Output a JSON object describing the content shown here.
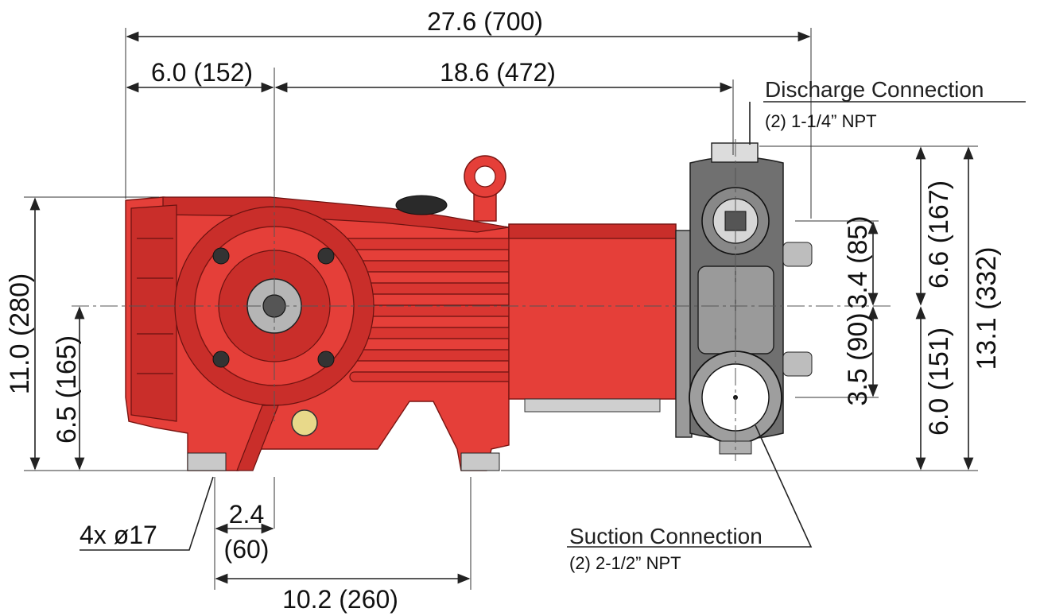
{
  "dimensions": {
    "overall_length": "27.6 (700)",
    "front_offset": "6.0 (152)",
    "body_length": "18.6 (472)",
    "foot_hole_offset": "2.4",
    "foot_hole_offset_mm": "(60)",
    "foot_spacing": "10.2 (260)",
    "overall_height_pump": "11.0 (280)",
    "shaft_height": "6.5 (165)",
    "discharge_above_center": "3.4 (85)",
    "suction_below_center": "3.5 (90)",
    "manifold_upper": "6.6 (167)",
    "manifold_lower": "6.0 (151)",
    "overall_height_manifold": "13.1 (332)"
  },
  "callouts": {
    "discharge_title": "Discharge Connection",
    "discharge_spec": "(2) 1-1/4” NPT",
    "suction_title": "Suction Connection",
    "suction_spec": "(2) 2-1/2” NPT",
    "mount_holes": "4x ø17"
  },
  "colors": {
    "pump_body": "#e53f39",
    "manifold": "#707070"
  }
}
